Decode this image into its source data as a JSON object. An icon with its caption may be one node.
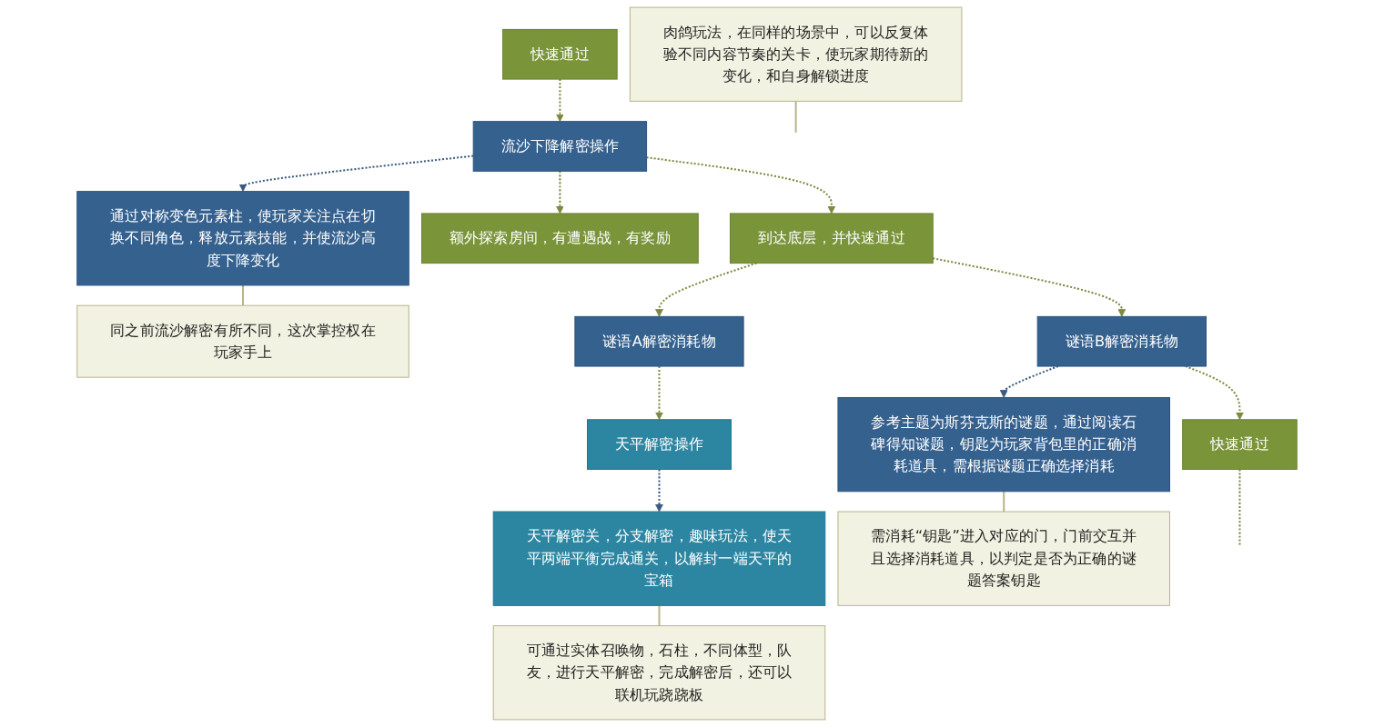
{
  "diagram": {
    "nodes": [
      {
        "text": [
          "快速通过"
        ]
      },
      {
        "text": [
          "流沙下降解密操作"
        ]
      },
      {
        "text": [
          "通过对称变色元素柱，使玩家关注点在切换不同角色，释放元素技能，并使流沙高度下降变化"
        ]
      },
      {
        "text": [
          "同之前流沙解密有所不同，这次掌控权在玩家手上"
        ]
      },
      {
        "text": [
          "额外探索房间，有遭遇战，有奖励"
        ]
      },
      {
        "text": [
          "到达底层，并快速通过"
        ]
      },
      {
        "text": [
          "谜语A解密消耗物"
        ]
      },
      {
        "text": [
          "谜语B解密消耗物"
        ]
      },
      {
        "text": [
          "参考主题为斯芬克斯的谜题，通过阅读石碑得知谜题，钥匙为玩家背包里的正确消耗道具，需根据谜题正确选择消耗"
        ]
      },
      {
        "text": [
          "需消耗“钥匙”进入对应的门，门前交互并且选择消耗道具，以判定是否为正确的谜题答案钥匙"
        ]
      },
      {
        "text": [
          "天平解密操作"
        ]
      },
      {
        "text": [
          "天平解密关，分支解密，趣味玩法，使天平两端平衡完成通关，以解封一端天平的宝箱"
        ]
      },
      {
        "text": [
          "可通过实体召唤物，石柱，不同体型，队友，进行天平解密，完成解密后，还可以联机玩跷跷板"
        ]
      },
      {
        "text": [
          "快速通过"
        ]
      },
      {
        "text": [
          "肉鸽玩法，在同样的场景中，可以反复体验不同内容节奏的关卡，使玩家期待新的变化，和自身解锁进度"
        ]
      }
    ],
    "edges": [
      {
        "from": 0,
        "to": 1,
        "arrow": "to",
        "style": "dashed"
      },
      {
        "from": 1,
        "to": 2,
        "arrow": "to",
        "style": "dashed",
        "color": "#3a5a80"
      },
      {
        "from": 3,
        "to": 2,
        "arrow": "none",
        "color": "#b8b48a"
      },
      {
        "from": 1,
        "to": 4,
        "arrow": "to",
        "style": "dashed"
      },
      {
        "from": 1,
        "to": 5,
        "arrow": "to",
        "style": "dashed"
      },
      {
        "from": 5,
        "to": 6,
        "arrow": "to",
        "style": "dashed"
      },
      {
        "from": 5,
        "to": 7,
        "arrow": "to",
        "style": "dashed"
      },
      {
        "from": 7,
        "to": 8,
        "arrow": "to",
        "style": "dashed",
        "color": "#3a5a80"
      },
      {
        "from": 9,
        "to": 8,
        "arrow": "none",
        "color": "#b8b48a"
      },
      {
        "from": 6,
        "to": 10,
        "arrow": "to",
        "style": "dashed"
      },
      {
        "from": 10,
        "to": 11,
        "arrow": "to",
        "style": "dashed",
        "color": "#3a5a80"
      },
      {
        "from": 12,
        "to": 11,
        "arrow": "none",
        "color": "#b8b48a"
      },
      {
        "from": 7,
        "to": 13,
        "arrow": "to",
        "style": "dashed"
      },
      {
        "from": 13,
        "to": null,
        "arrow": "none",
        "style": "dashed"
      },
      {
        "from": 14,
        "to": null,
        "arrow": "none",
        "color": "#b8b48a"
      }
    ]
  }
}
